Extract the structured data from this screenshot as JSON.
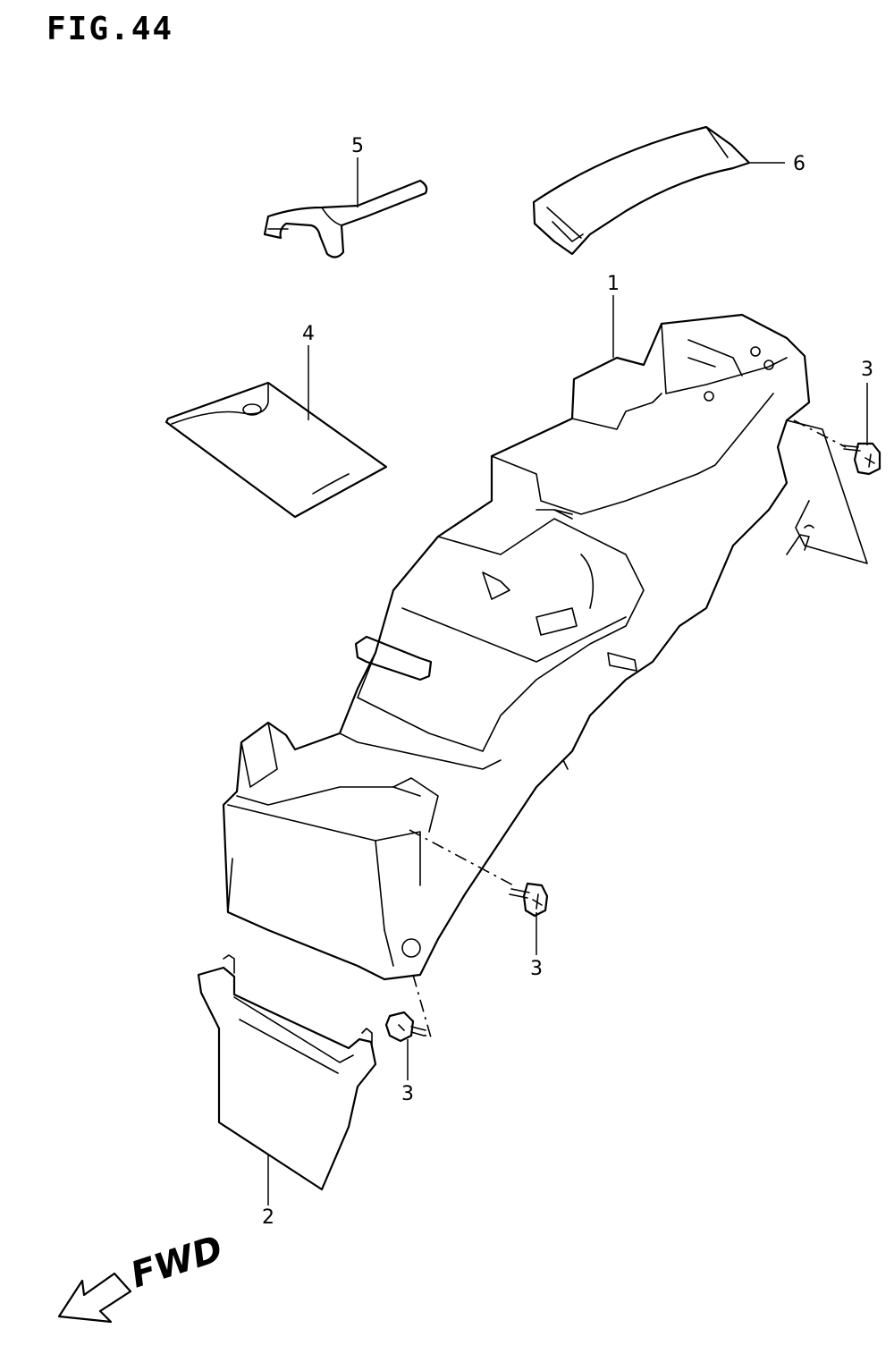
{
  "figure": {
    "title": "FIG.44"
  },
  "callouts": {
    "c1": "1",
    "c2": "2",
    "c3a": "3",
    "c3b": "3",
    "c3c": "3",
    "c4": "4",
    "c5": "5",
    "c6": "6"
  },
  "direction": {
    "label": "FWD"
  }
}
